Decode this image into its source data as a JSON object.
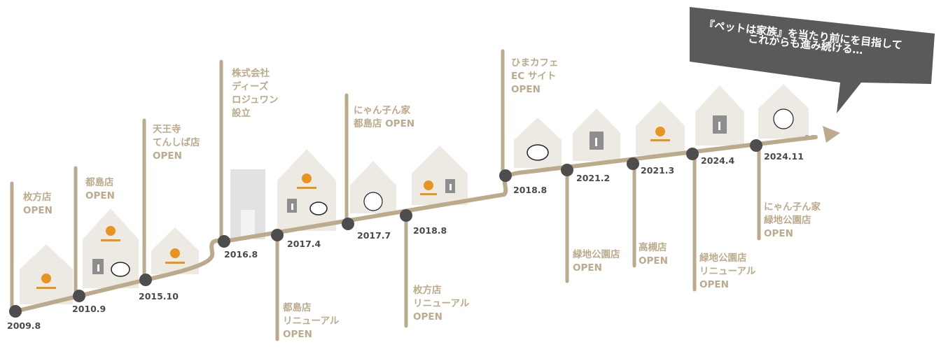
{
  "colors": {
    "road": "#bcaa8c",
    "dot": "#4d4d4d",
    "label": "#bcaa8c",
    "house": "#edeae4",
    "bubble": "#5a5a58",
    "logo_orange": "#e8941f",
    "logo_gray": "#8e8e8e"
  },
  "bubble": {
    "line1": "『ペットは家族』を当たり前にを目指して",
    "line2": "これからも進み続ける…"
  },
  "milestones": [
    {
      "date": "2009.8",
      "label": [
        "枚方店",
        "OPEN"
      ]
    },
    {
      "date": "2010.9",
      "label": [
        "都島店",
        "OPEN"
      ]
    },
    {
      "date": "2015.10",
      "label": [
        "天王寺",
        "てんしば店",
        "OPEN"
      ]
    },
    {
      "date": "2016.8",
      "label": [
        "株式会社",
        "ディーズ",
        "ロジュワン",
        "設立"
      ]
    },
    {
      "date": "2017.4",
      "label": [
        "都島店",
        "リニューアル",
        "OPEN"
      ]
    },
    {
      "date": "2017.7",
      "label": [
        "にゃん子ん家",
        "都島店 OPEN"
      ]
    },
    {
      "date": "2018.8",
      "label": [
        "枚方店",
        "リニューアル",
        "OPEN"
      ]
    },
    {
      "date": "2018.8",
      "label": [
        "ひまカフェ",
        "EC サイト",
        "OPEN"
      ]
    },
    {
      "date": "2021.2",
      "label": [
        "緑地公園店",
        "OPEN"
      ]
    },
    {
      "date": "2021.3",
      "label": [
        "高槻店",
        "OPEN"
      ]
    },
    {
      "date": "2024.4",
      "label": [
        "緑地公園店",
        "リニューアル",
        "OPEN"
      ]
    },
    {
      "date": "2024.11",
      "label": [
        "にゃん子ん家",
        "緑地公園店",
        "OPEN"
      ]
    }
  ],
  "icons": [
    "house-icon",
    "building-icon",
    "hima-logo-icon",
    "h-logo-icon",
    "nyankoronchi-logo-icon",
    "arrow-head-icon"
  ]
}
